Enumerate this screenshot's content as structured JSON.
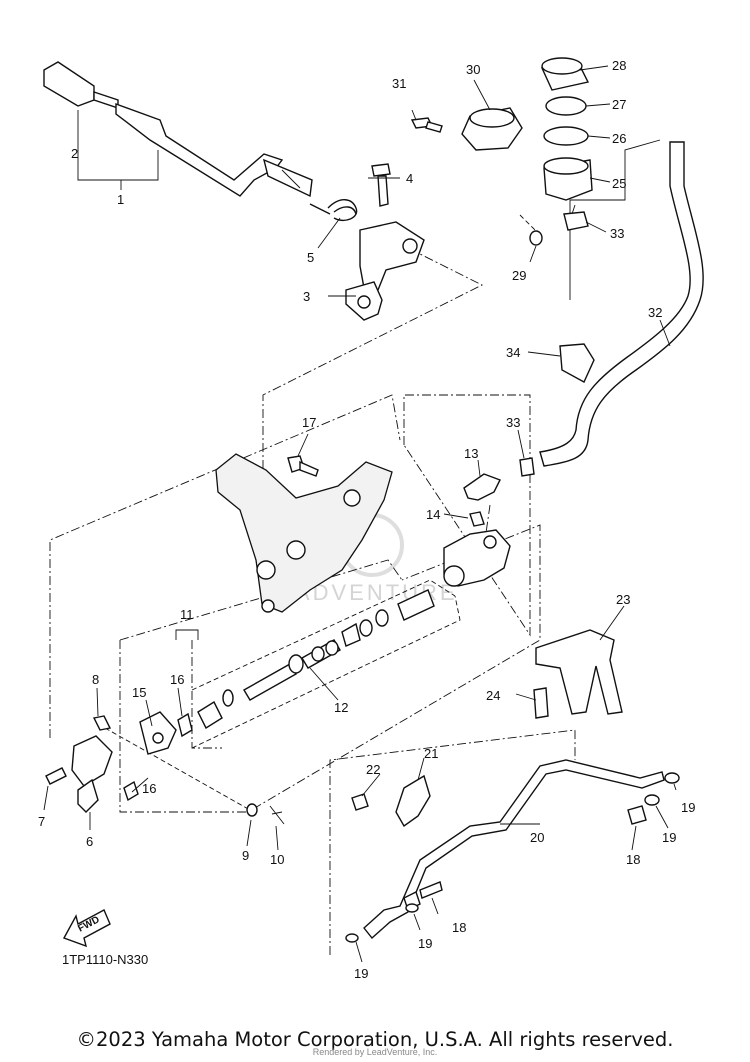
{
  "diagram": {
    "watermark": "LEADVENTURE",
    "fwd_label": "FWD",
    "diagram_code": "1TP1110-N330",
    "copyright": "©2023 Yamaha Motor Corporation, U.S.A. All rights reserved.",
    "rendered_by": "Rendered by LeadVenture, Inc."
  },
  "callouts": [
    "1",
    "2",
    "3",
    "4",
    "5",
    "6",
    "7",
    "8",
    "9",
    "10",
    "11",
    "12",
    "13",
    "14",
    "15",
    "16",
    "16",
    "17",
    "18",
    "18",
    "19",
    "19",
    "19",
    "19",
    "20",
    "21",
    "22",
    "23",
    "24",
    "25",
    "26",
    "27",
    "28",
    "29",
    "30",
    "31",
    "32",
    "33",
    "33",
    "34"
  ]
}
